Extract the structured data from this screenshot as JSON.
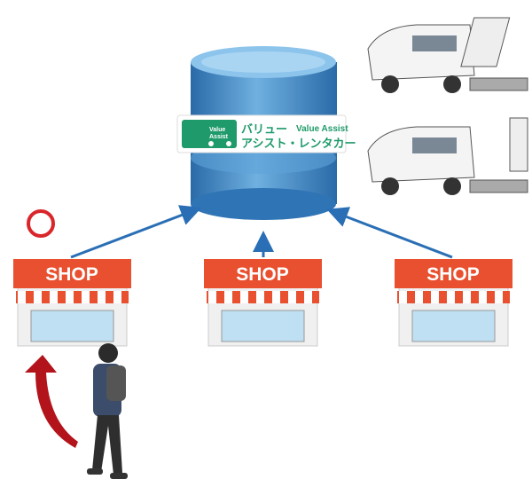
{
  "logo": {
    "brand_jp_line1": "バリュー",
    "brand_en": "Value Assist",
    "brand_jp_line2": "アシスト・レンタカー",
    "badge_line1": "Value",
    "badge_line2": "Assist"
  },
  "shops": [
    {
      "label": "SHOP"
    },
    {
      "label": "SHOP"
    },
    {
      "label": "SHOP"
    }
  ],
  "colors": {
    "shop_red": "#e8502f",
    "arrow_blue": "#2a6fb5",
    "db_blue": "#3f86c4",
    "logo_green": "#1f9a6a",
    "mark_red": "#d9262b"
  }
}
